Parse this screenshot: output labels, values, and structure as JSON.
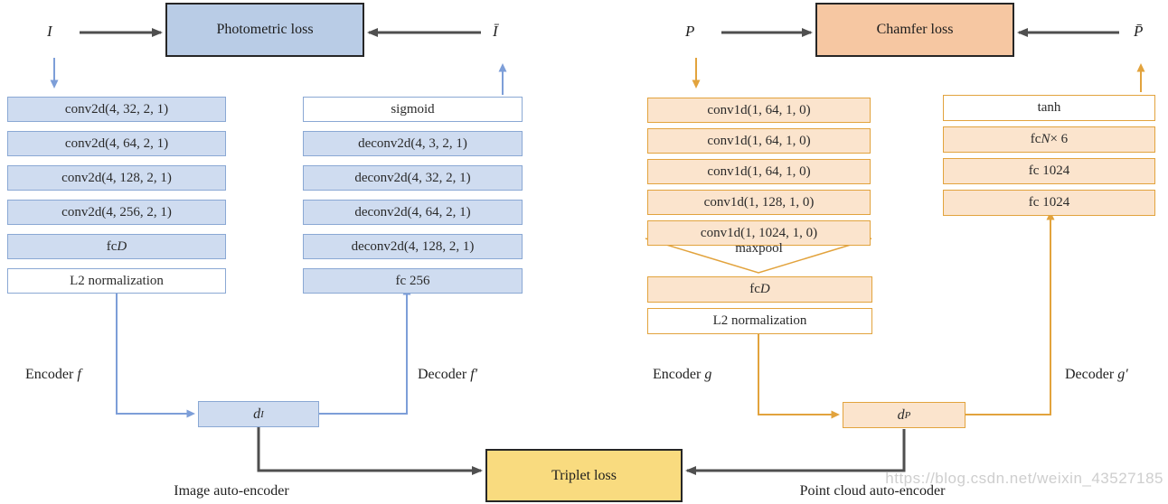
{
  "colors": {
    "blue_fill": "#cfdcf0",
    "blue_border": "#8aa8d4",
    "photometric_fill": "#b9cce6",
    "orange_fill": "#fbe4cd",
    "orange_border": "#e2a33d",
    "chamfer_fill": "#f6c7a2",
    "triplet_fill": "#f9db7f",
    "dark_arrow": "#4f4f4f",
    "blue_arrow": "#7d9ed8",
    "gold_arrow": "#e2a33d",
    "watermark_gray": "#c9c9c9"
  },
  "image_branch": {
    "input_symbol": "I",
    "recon_symbol": "Ī",
    "loss_label": "Photometric loss",
    "encoder_layers": [
      "conv2d(4, 32, 2, 1)",
      "conv2d(4, 64, 2, 1)",
      "conv2d(4, 128, 2, 1)",
      "conv2d(4, 256, 2, 1)"
    ],
    "fc": {
      "prefix": "fc ",
      "dim": "D"
    },
    "l2_label": "L2 normalization",
    "decoder_layers": [
      "sigmoid",
      "deconv2d(4, 3, 2, 1)",
      "deconv2d(4, 32, 2, 1)",
      "deconv2d(4, 64, 2, 1)",
      "deconv2d(4, 128, 2, 1)",
      "fc 256"
    ],
    "encoder_label": {
      "text": "Encoder ",
      "symbol": "f"
    },
    "decoder_label": {
      "text": "Decoder ",
      "symbol": "f′"
    },
    "embedding": {
      "base": "d",
      "sub": "I"
    },
    "caption": "Image auto-encoder"
  },
  "pointcloud_branch": {
    "input_symbol": "P",
    "recon_symbol": "P̄",
    "loss_label": "Chamfer loss",
    "encoder_layers": [
      "conv1d(1, 64, 1, 0)",
      "conv1d(1, 64, 1, 0)",
      "conv1d(1, 64, 1, 0)",
      "conv1d(1, 128, 1, 0)",
      "conv1d(1, 1024, 1, 0)"
    ],
    "maxpool_label": "maxpool",
    "fc": {
      "prefix": "fc ",
      "dim": "D"
    },
    "l2_label": "L2 normalization",
    "decoder": {
      "act": "tanh",
      "fc_n": {
        "prefix": "fc ",
        "symbol": "N",
        "suffix": " × 6"
      },
      "fc_b": "fc 1024",
      "fc_c": "fc 1024"
    },
    "encoder_label": {
      "text": "Encoder ",
      "symbol": "g"
    },
    "decoder_label": {
      "text": "Decoder ",
      "symbol": "g′"
    },
    "embedding": {
      "base": "d",
      "sub": "P"
    },
    "caption": "Point cloud auto-encoder"
  },
  "triplet_loss_label": "Triplet loss",
  "watermark": "https://blog.csdn.net/weixin_43527185"
}
